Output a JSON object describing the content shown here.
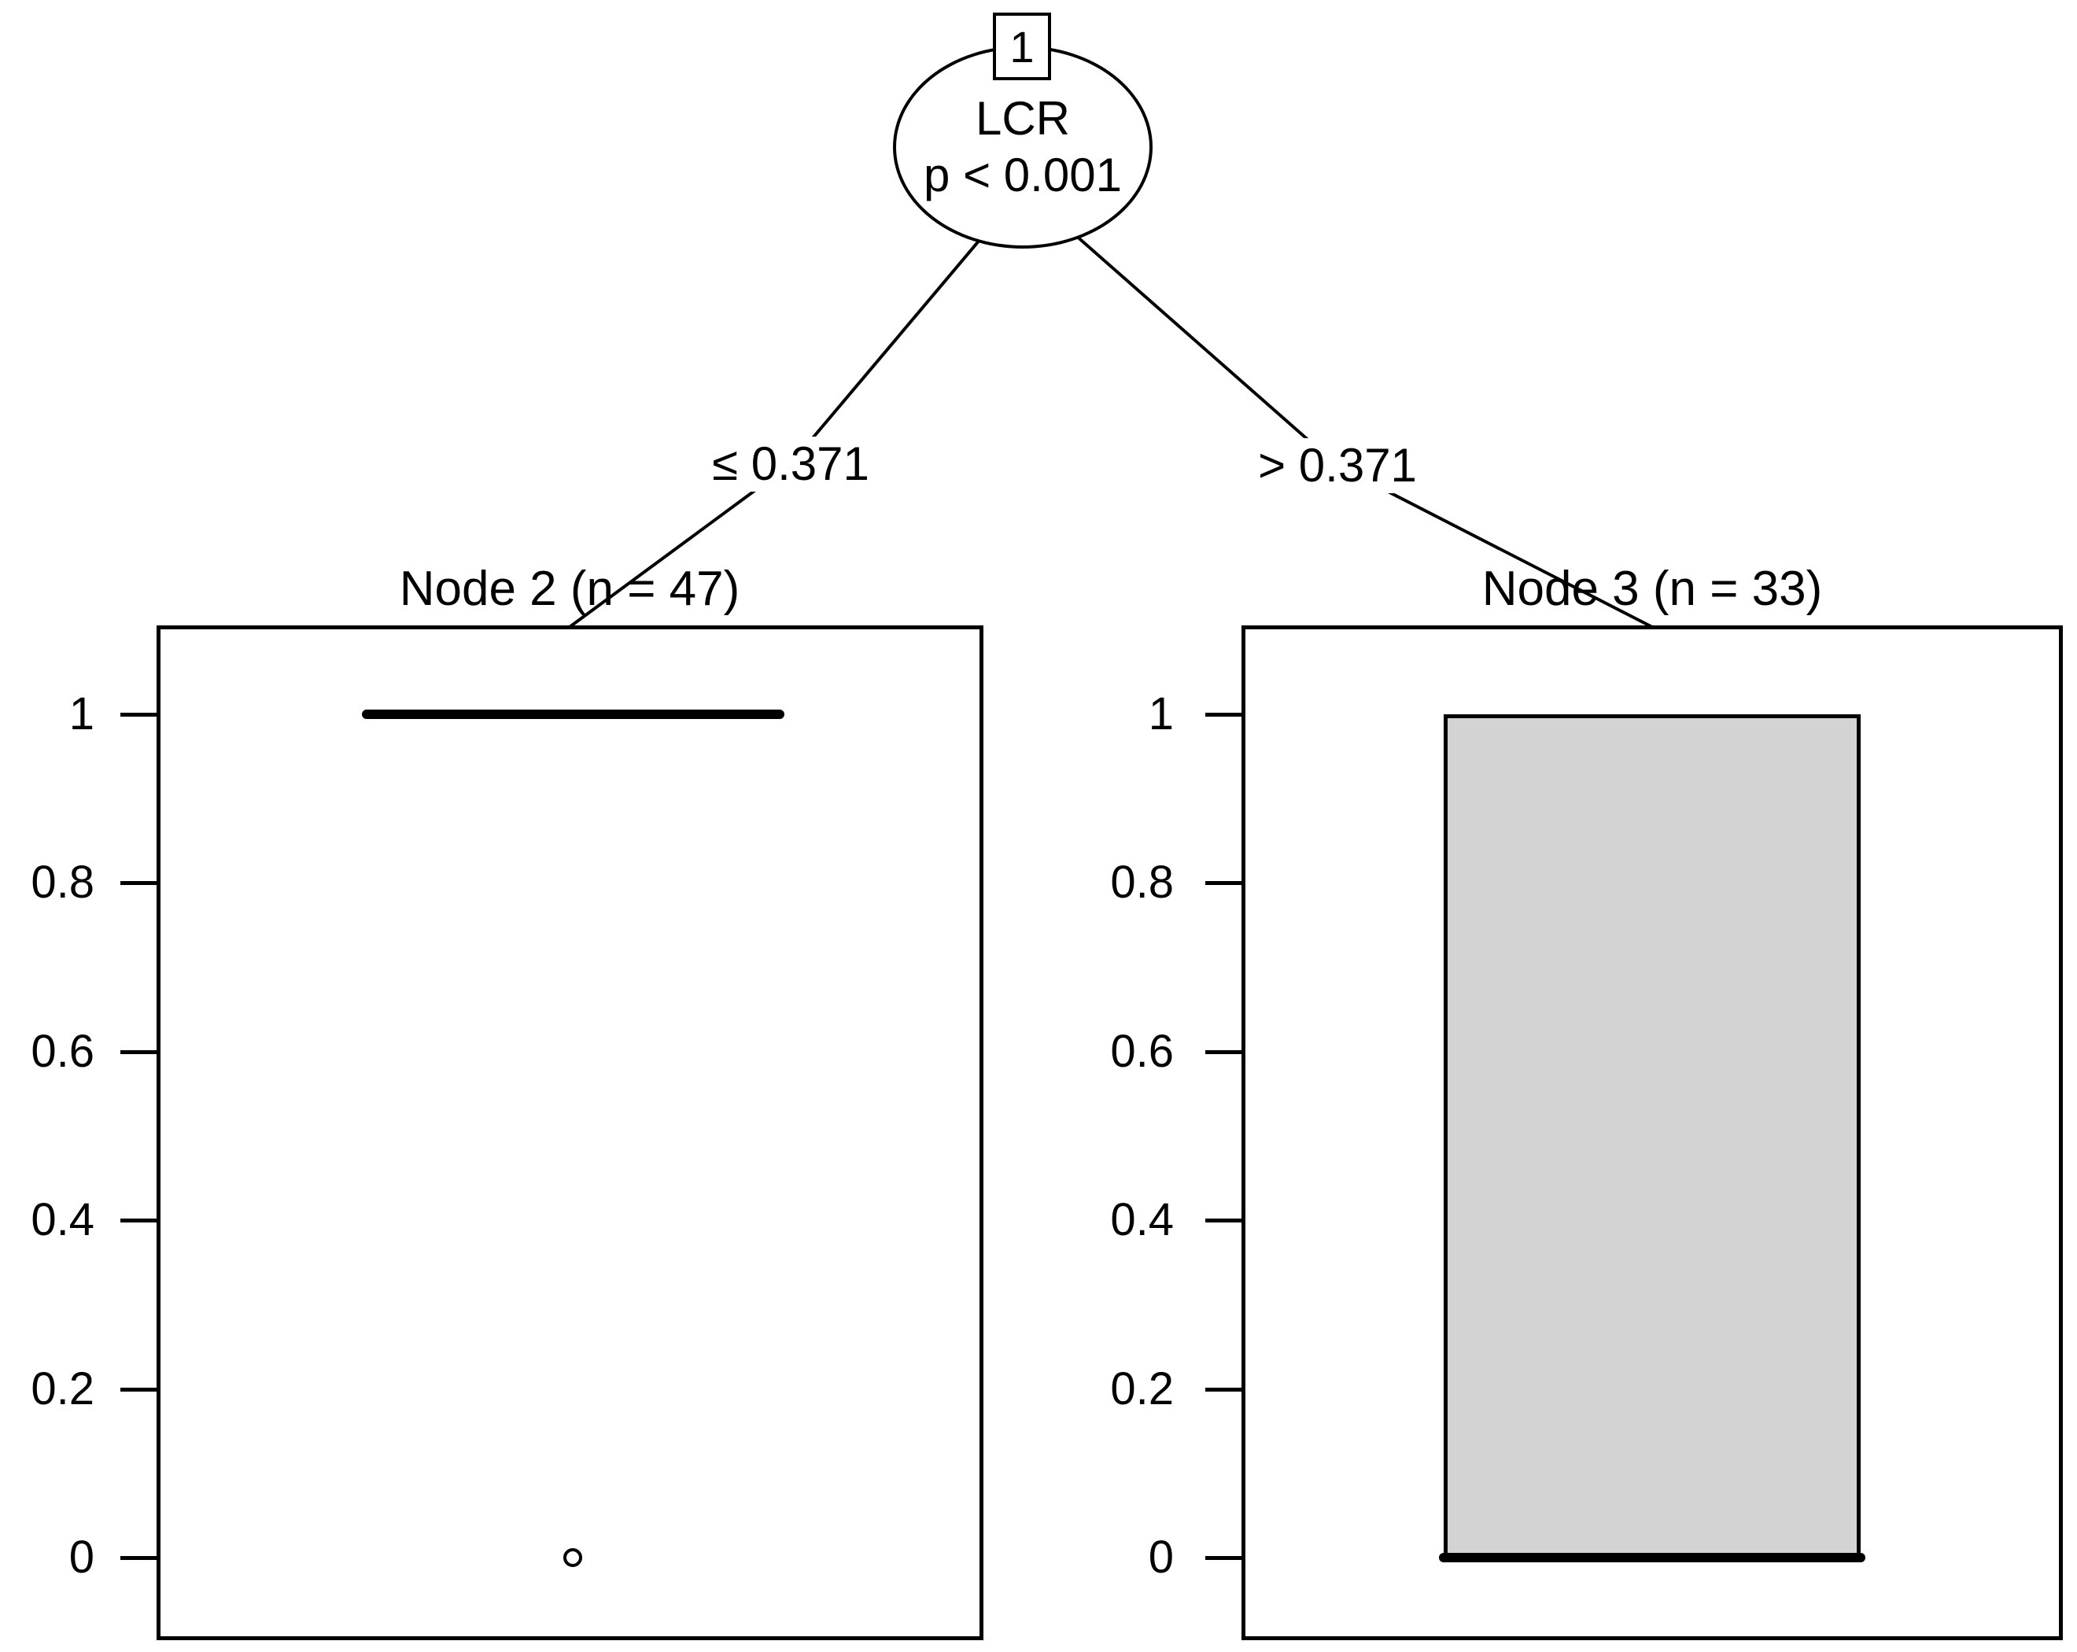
{
  "figure": {
    "type": "conditional-inference-tree",
    "root_node": {
      "id": "1",
      "variable": "LCR",
      "p_value": "p < 0.001"
    },
    "edges": [
      {
        "label": "≤ 0.371",
        "target": "Node 2"
      },
      {
        "label": "> 0.371",
        "target": "Node 3"
      }
    ]
  },
  "chart_data": [
    {
      "type": "boxplot",
      "title": "Node 2 (n = 47)",
      "sample_size": 47,
      "xlabel": "",
      "ylabel": "",
      "ylim": [
        -0.09,
        1.11
      ],
      "yticks": [
        1,
        0.8,
        0.6,
        0.4,
        0.2,
        0
      ],
      "ytick_labels": [
        "1",
        "0.8",
        "0.6",
        "0.4",
        "0.2",
        "0"
      ],
      "grid": false,
      "box": {
        "median": 1,
        "q1": 1,
        "q3": 1,
        "whisker_low": 1,
        "whisker_high": 1,
        "fill": "#ffffff"
      },
      "outliers": [
        0
      ]
    },
    {
      "type": "boxplot",
      "title": "Node 3 (n = 33)",
      "sample_size": 33,
      "xlabel": "",
      "ylabel": "",
      "ylim": [
        -0.09,
        1.11
      ],
      "yticks": [
        1,
        0.8,
        0.6,
        0.4,
        0.2,
        0
      ],
      "ytick_labels": [
        "1",
        "0.8",
        "0.6",
        "0.4",
        "0.2",
        "0"
      ],
      "grid": false,
      "box": {
        "median": 0,
        "q1": 0,
        "q3": 1,
        "whisker_low": 0,
        "whisker_high": 1,
        "fill": "#d3d3d3"
      },
      "outliers": []
    }
  ],
  "colors": {
    "line": "#000000",
    "box_fill": "#d3d3d3",
    "background": "#ffffff"
  }
}
